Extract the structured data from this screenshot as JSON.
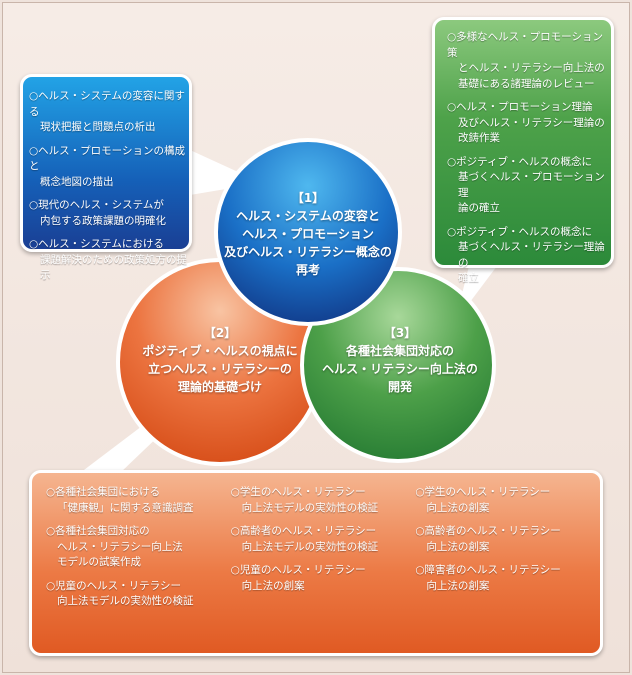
{
  "circles": [
    {
      "lines": [
        "【1】",
        "ヘルス・システムの変容と",
        "ヘルス・プロモーション",
        "及びヘルス・リテラシー概念の",
        "再考"
      ],
      "color": "#1e73c8"
    },
    {
      "lines": [
        "【2】",
        "ポジティブ・ヘルスの視点に",
        "立つヘルス・リテラシーの",
        "理論的基礎づけ"
      ],
      "color": "#e9612a"
    },
    {
      "lines": [
        "【3】",
        "各種社会集団対応の",
        "ヘルス・リテラシー向上法の",
        "開発"
      ],
      "color": "#3b9a3f"
    }
  ],
  "blue_box": {
    "items": [
      [
        "○ヘルス・システムの変容に関する",
        "現状把握と問題点の析出"
      ],
      [
        "○ヘルス・プロモーションの構成と",
        "概念地図の描出"
      ],
      [
        "○現代のヘルス・システムが",
        "内包する政策課題の明確化"
      ],
      [
        "○ヘルス・システムにおける",
        "課題解決のための政策処方の提示"
      ]
    ]
  },
  "green_box": {
    "items": [
      [
        "○多様なヘルス・プロモーション策",
        "とヘルス・リテラシー向上法の",
        "基礎にある諸理論のレビュー"
      ],
      [
        "○ヘルス・プロモーション理論",
        "及びヘルス・リテラシー理論の",
        "改鋳作業"
      ],
      [
        "○ポジティブ・ヘルスの概念に",
        "基づくヘルス・プロモーション理",
        "論の確立"
      ],
      [
        "○ポジティブ・ヘルスの概念に",
        "基づくヘルス・リテラシー理論の",
        "確立"
      ]
    ]
  },
  "orange_box": {
    "columns": [
      [
        [
          "○各種社会集団における",
          "「健康観」に関する意識調査"
        ],
        [
          "○各種社会集団対応の",
          "ヘルス・リテラシー向上法",
          "モデルの試案作成"
        ],
        [
          "○児童のヘルス・リテラシー",
          "向上法モデルの実効性の検証"
        ]
      ],
      [
        [
          "○学生のヘルス・リテラシー",
          "向上法モデルの実効性の検証"
        ],
        [
          "○高齢者のヘルス・リテラシー",
          "向上法モデルの実効性の検証"
        ],
        [
          "○児童のヘルス・リテラシー",
          "向上法の創案"
        ]
      ],
      [
        [
          "○学生のヘルス・リテラシー",
          "向上法の創案"
        ],
        [
          "○高齢者のヘルス・リテラシー",
          "向上法の創案"
        ],
        [
          "○障害者のヘルス・リテラシー",
          "向上法の創案"
        ]
      ]
    ]
  }
}
